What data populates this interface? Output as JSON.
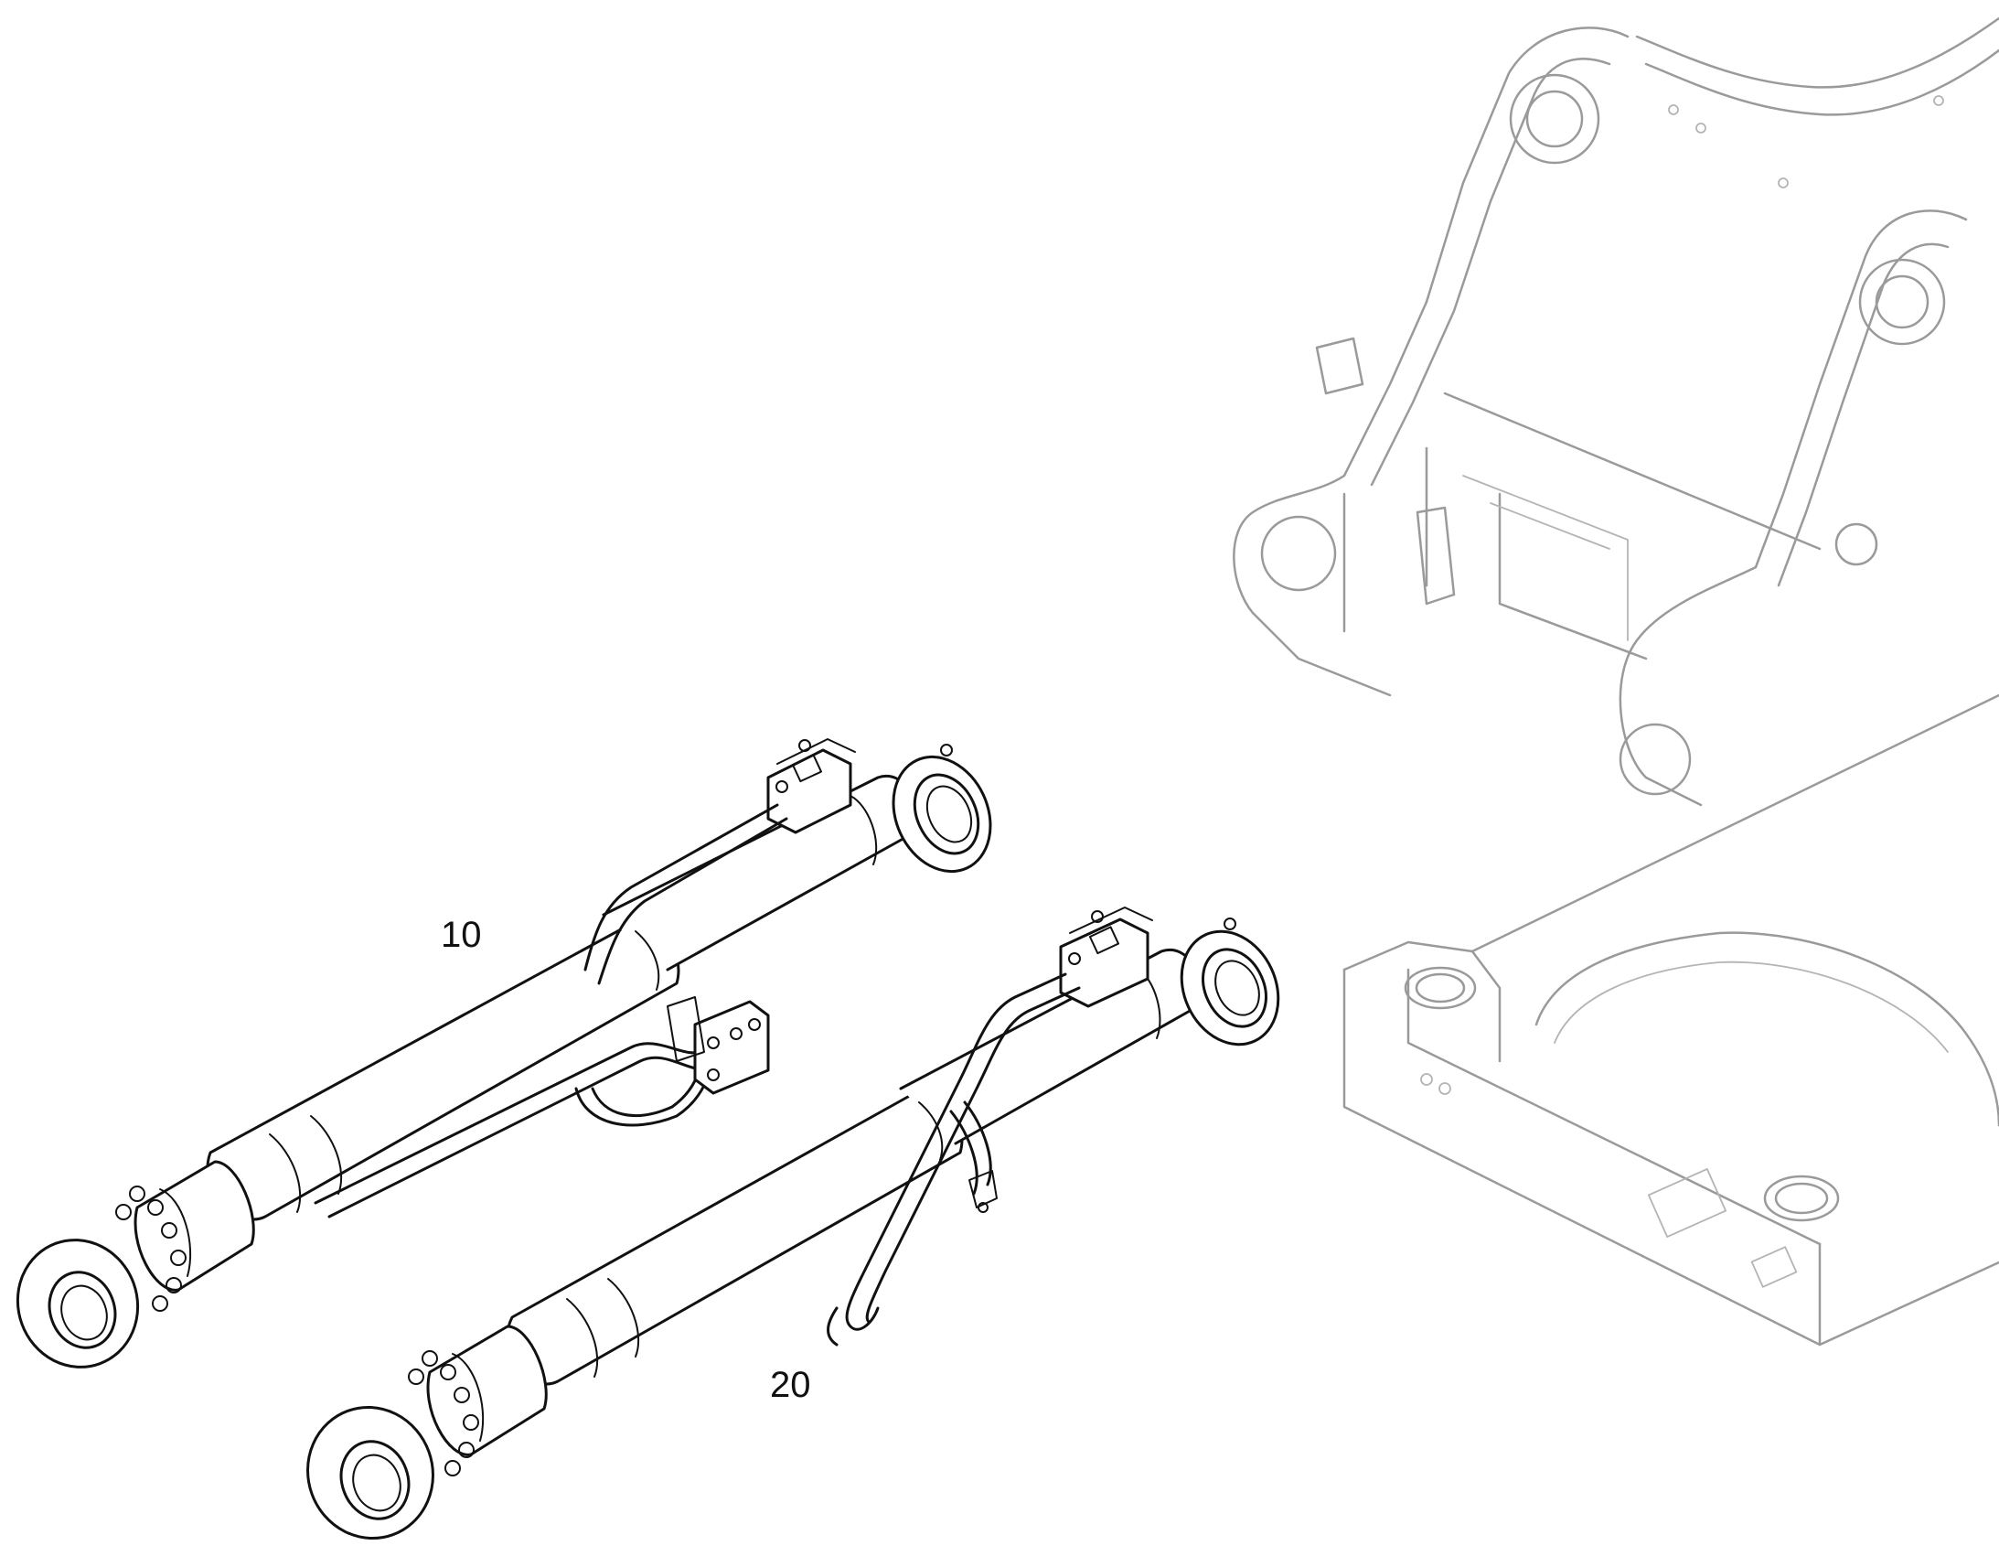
{
  "callouts": [
    {
      "id": "10",
      "label": "10"
    },
    {
      "id": "20",
      "label": "20"
    }
  ],
  "colors": {
    "line": "#111111",
    "ghost_line": "#9a9a9a",
    "background": "#ffffff"
  }
}
